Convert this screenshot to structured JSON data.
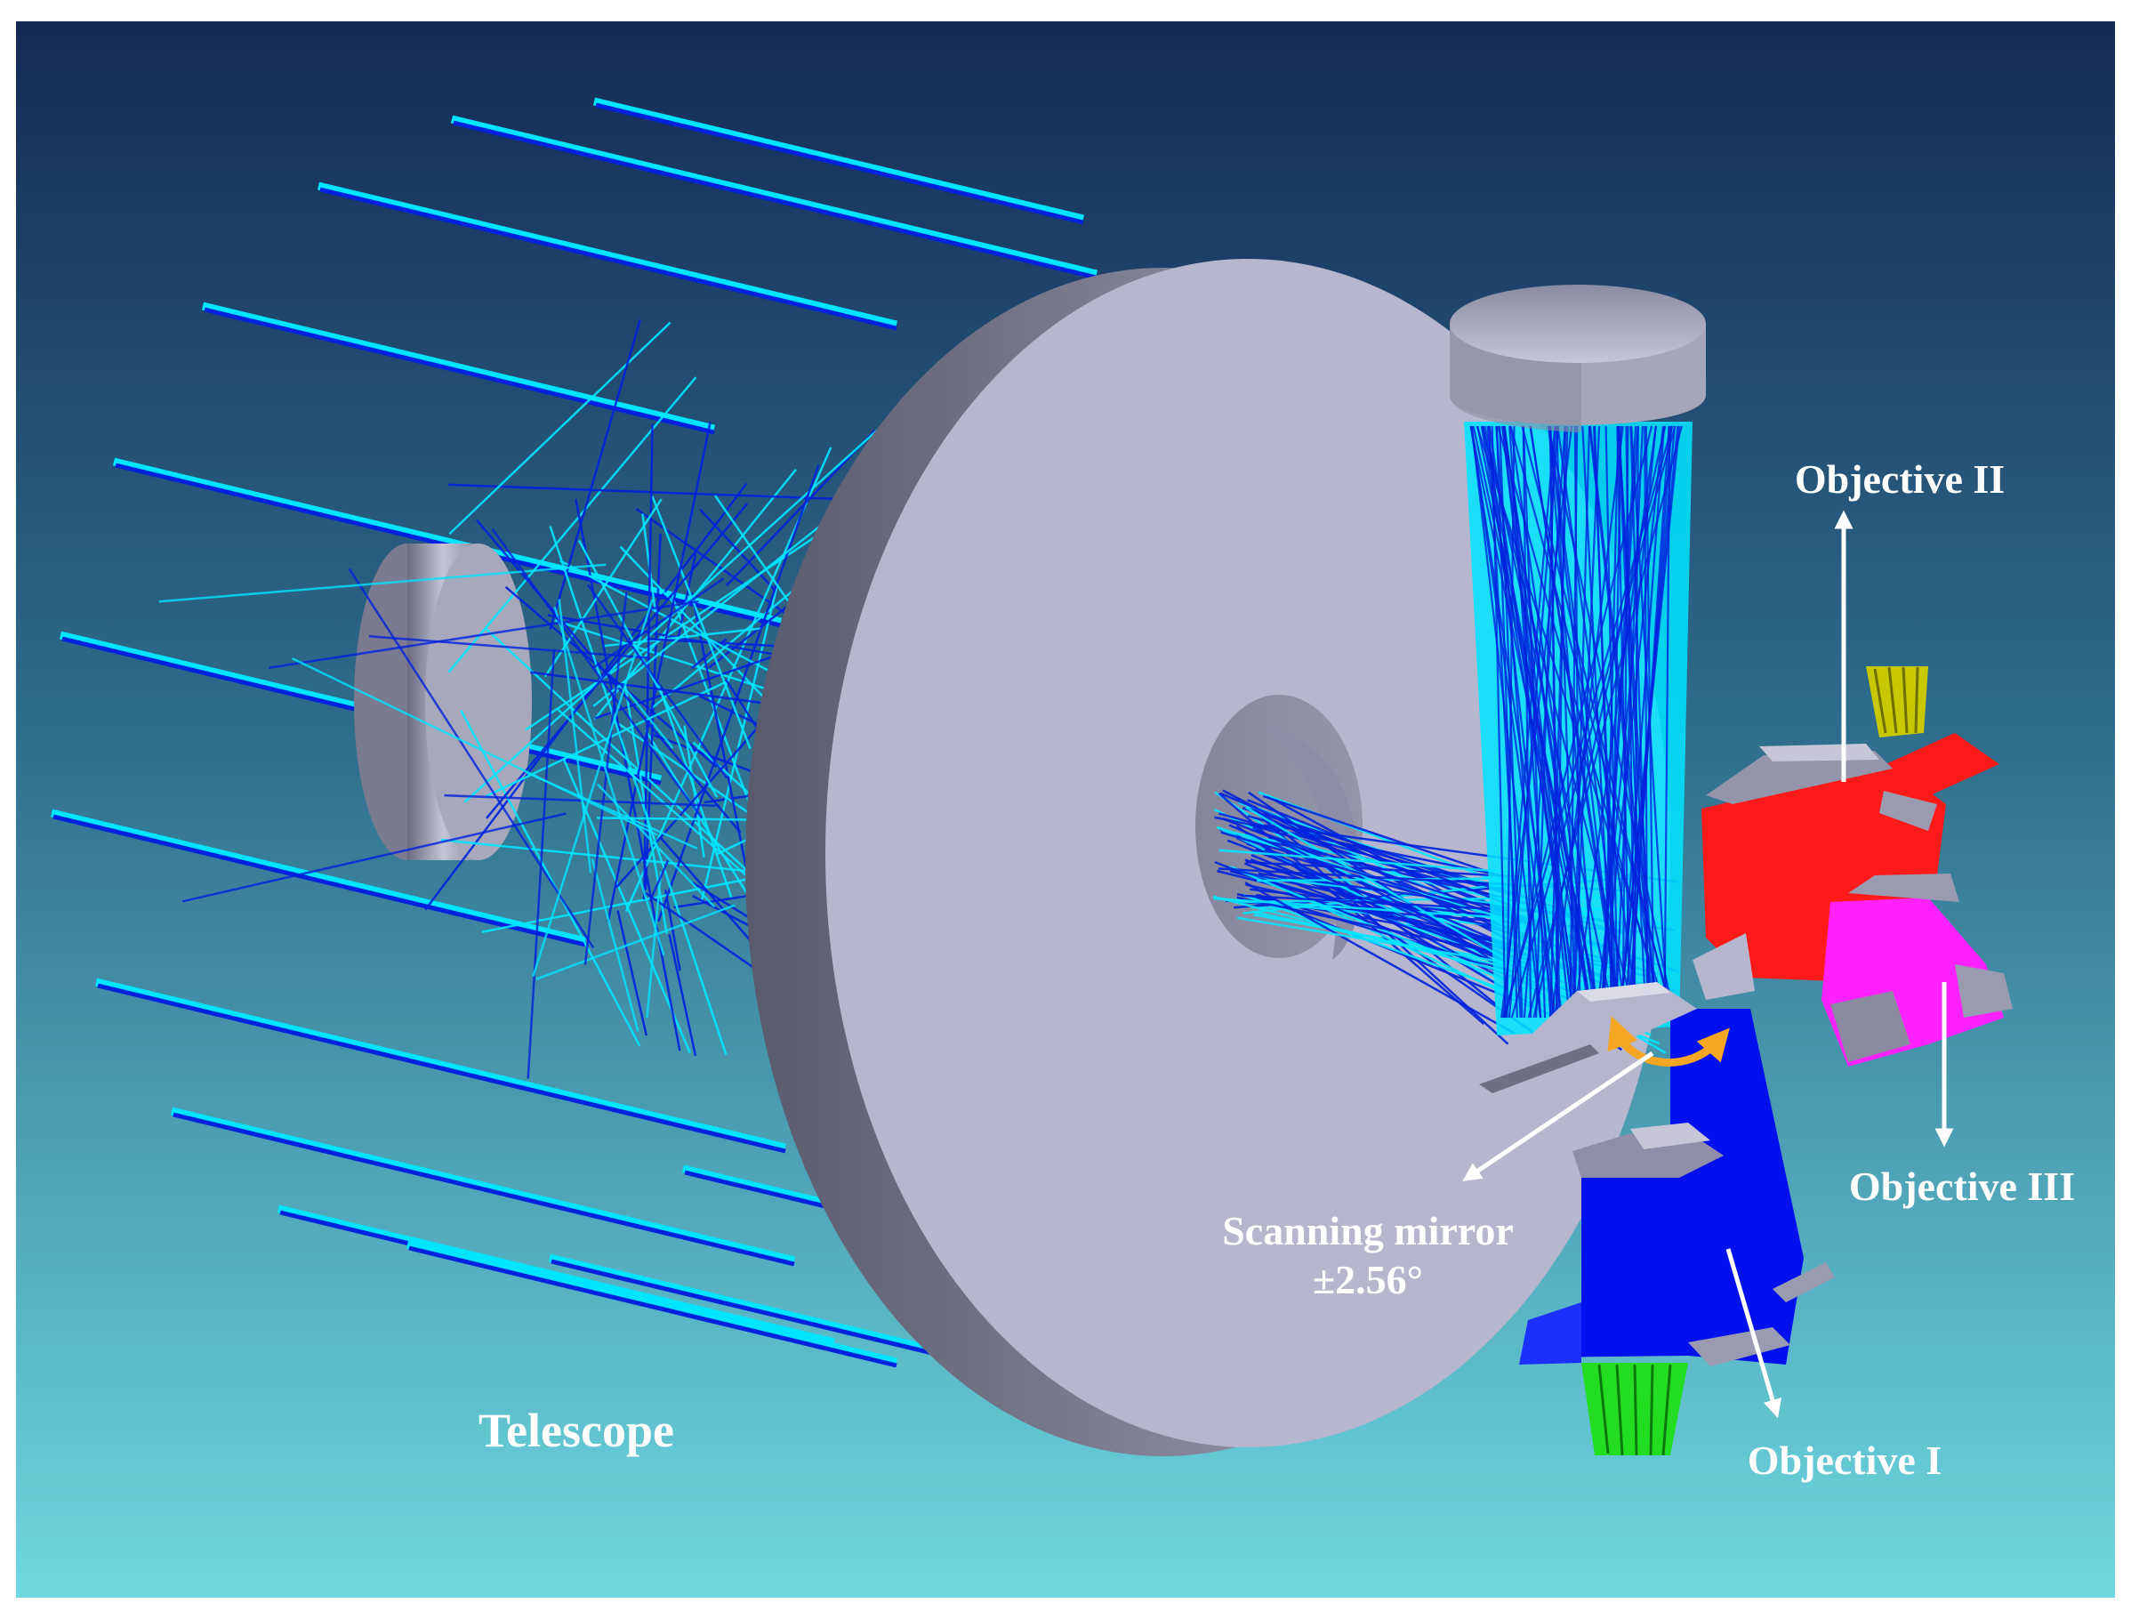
{
  "labels": {
    "telescope": "Telescope",
    "scanning_mirror_line1": "Scanning mirror",
    "scanning_mirror_line2": "±2.56°",
    "objective_1": "Objective I",
    "objective_2": "Objective II",
    "objective_3": "Objective III"
  },
  "colors": {
    "background_top": "#142a56",
    "background_bottom": "#6ed8e0",
    "ray_cyan": "#00e5ff",
    "ray_blue": "#0022dd",
    "mirror_gray": "#b4b4cc",
    "objective_1_rays": "#0010ee",
    "objective_1_detector": "#22dd22",
    "objective_2_rays": "#ff1a1a",
    "objective_2_detector": "#c8c800",
    "objective_3_rays": "#ff22ff",
    "scan_arrow": "#f5a623",
    "label_text": "#ffffff"
  }
}
